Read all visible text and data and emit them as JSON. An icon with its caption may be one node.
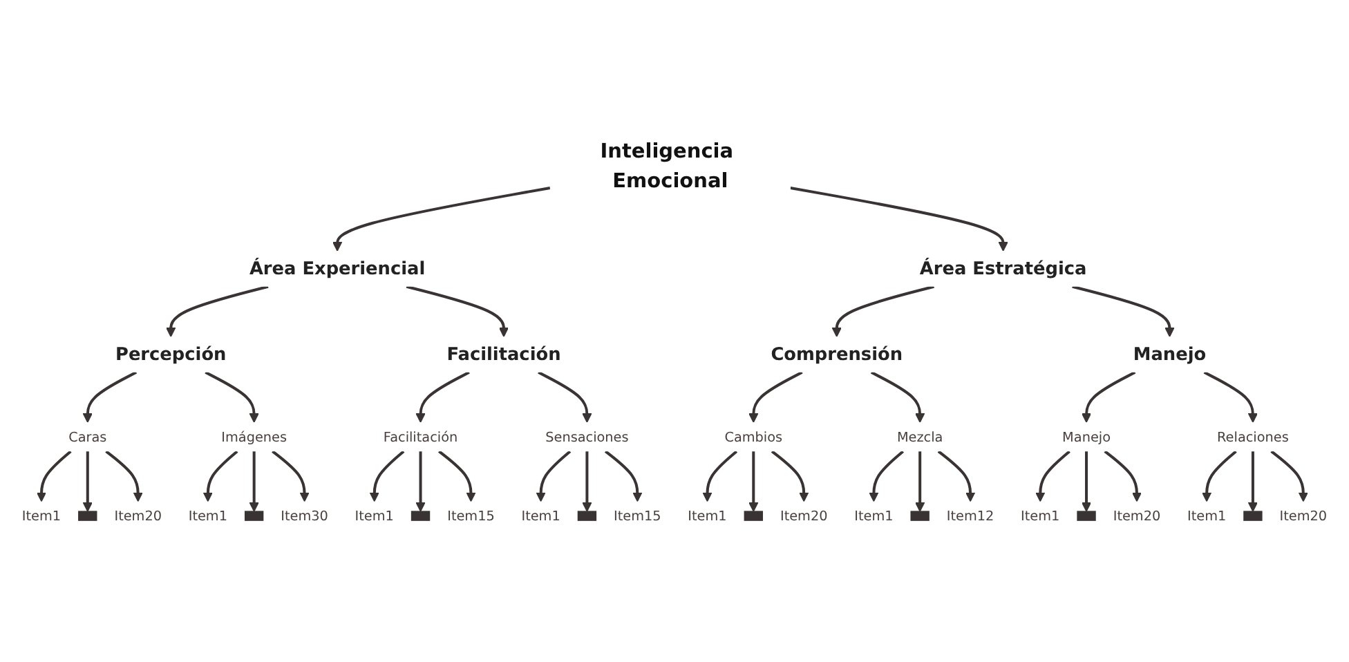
{
  "diagram": {
    "nodes": [
      {
        "text": [
          "Inteligencia Emocional"
        ]
      },
      {
        "text": [
          "Área Experiencial"
        ]
      },
      {
        "text": [
          "Área Estratégica"
        ]
      },
      {
        "text": [
          "Percepción"
        ]
      },
      {
        "text": [
          "Facilitación"
        ]
      },
      {
        "text": [
          "Comprensión"
        ]
      },
      {
        "text": [
          "Manejo"
        ]
      },
      {
        "text": [
          "Caras"
        ]
      },
      {
        "text": [
          "Imágenes"
        ]
      },
      {
        "text": [
          "Facilitación"
        ]
      },
      {
        "text": [
          "Sensaciones"
        ]
      },
      {
        "text": [
          "Cambios"
        ]
      },
      {
        "text": [
          "Mezcla"
        ]
      },
      {
        "text": [
          "Manejo"
        ]
      },
      {
        "text": [
          "Relaciones"
        ]
      },
      {
        "text": [
          "Item1"
        ]
      },
      {
        "text": [],
        "shape": "bar"
      },
      {
        "text": [
          "Item20"
        ]
      },
      {
        "text": [
          "Item1"
        ]
      },
      {
        "text": [],
        "shape": "bar"
      },
      {
        "text": [
          "Item30"
        ]
      },
      {
        "text": [
          "Item1"
        ]
      },
      {
        "text": [],
        "shape": "bar"
      },
      {
        "text": [
          "Item15"
        ]
      },
      {
        "text": [
          "Item1"
        ]
      },
      {
        "text": [],
        "shape": "bar"
      },
      {
        "text": [
          "Item15"
        ]
      },
      {
        "text": [
          "Item1"
        ]
      },
      {
        "text": [],
        "shape": "bar"
      },
      {
        "text": [
          "Item20"
        ]
      },
      {
        "text": [
          "Item1"
        ]
      },
      {
        "text": [],
        "shape": "bar"
      },
      {
        "text": [
          "Item12"
        ]
      },
      {
        "text": [
          "Item1"
        ]
      },
      {
        "text": [],
        "shape": "bar"
      },
      {
        "text": [
          "Item20"
        ]
      },
      {
        "text": [
          "Item1"
        ]
      },
      {
        "text": [],
        "shape": "bar"
      },
      {
        "text": [
          "Item20"
        ]
      }
    ],
    "edges": [
      {
        "from": 0,
        "to": 1,
        "arrow": "to"
      },
      {
        "from": 0,
        "to": 2,
        "arrow": "to"
      },
      {
        "from": 1,
        "to": 3,
        "arrow": "to"
      },
      {
        "from": 1,
        "to": 4,
        "arrow": "to"
      },
      {
        "from": 2,
        "to": 5,
        "arrow": "to"
      },
      {
        "from": 2,
        "to": 6,
        "arrow": "to"
      },
      {
        "from": 3,
        "to": 7,
        "arrow": "to"
      },
      {
        "from": 3,
        "to": 8,
        "arrow": "to"
      },
      {
        "from": 4,
        "to": 9,
        "arrow": "to"
      },
      {
        "from": 4,
        "to": 10,
        "arrow": "to"
      },
      {
        "from": 5,
        "to": 11,
        "arrow": "to"
      },
      {
        "from": 5,
        "to": 12,
        "arrow": "to"
      },
      {
        "from": 6,
        "to": 13,
        "arrow": "to"
      },
      {
        "from": 6,
        "to": 14,
        "arrow": "to"
      },
      {
        "from": 7,
        "to": 15,
        "arrow": "to"
      },
      {
        "from": 7,
        "to": 16,
        "arrow": "to"
      },
      {
        "from": 7,
        "to": 17,
        "arrow": "to"
      },
      {
        "from": 8,
        "to": 18,
        "arrow": "to"
      },
      {
        "from": 8,
        "to": 19,
        "arrow": "to"
      },
      {
        "from": 8,
        "to": 20,
        "arrow": "to"
      },
      {
        "from": 9,
        "to": 21,
        "arrow": "to"
      },
      {
        "from": 9,
        "to": 22,
        "arrow": "to"
      },
      {
        "from": 9,
        "to": 23,
        "arrow": "to"
      },
      {
        "from": 10,
        "to": 24,
        "arrow": "to"
      },
      {
        "from": 10,
        "to": 25,
        "arrow": "to"
      },
      {
        "from": 10,
        "to": 26,
        "arrow": "to"
      },
      {
        "from": 11,
        "to": 27,
        "arrow": "to"
      },
      {
        "from": 11,
        "to": 28,
        "arrow": "to"
      },
      {
        "from": 11,
        "to": 29,
        "arrow": "to"
      },
      {
        "from": 12,
        "to": 30,
        "arrow": "to"
      },
      {
        "from": 12,
        "to": 31,
        "arrow": "to"
      },
      {
        "from": 12,
        "to": 32,
        "arrow": "to"
      },
      {
        "from": 13,
        "to": 33,
        "arrow": "to"
      },
      {
        "from": 13,
        "to": 34,
        "arrow": "to"
      },
      {
        "from": 13,
        "to": 35,
        "arrow": "to"
      },
      {
        "from": 14,
        "to": 36,
        "arrow": "to"
      },
      {
        "from": 14,
        "to": 37,
        "arrow": "to"
      },
      {
        "from": 14,
        "to": 38,
        "arrow": "to"
      }
    ]
  }
}
